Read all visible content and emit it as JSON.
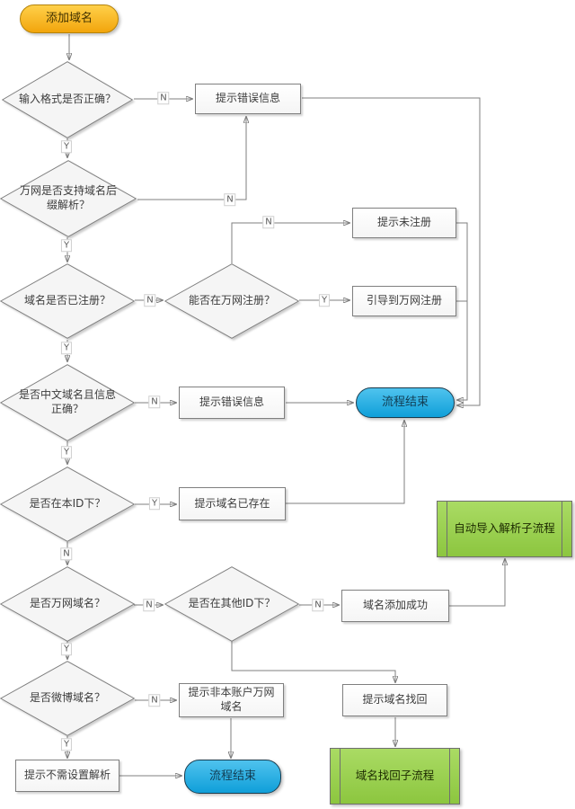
{
  "edge_labels": {
    "yes": "Y",
    "no": "N"
  },
  "colors": {
    "start_fill_top": "#ffd04a",
    "start_fill_bottom": "#f2a50c",
    "start_border": "#b5830a",
    "terminator_fill_top": "#4fc3ee",
    "terminator_fill_bottom": "#0f9fd9",
    "terminator_border": "#1b3c4e",
    "subprocess_fill_top": "#aadb64",
    "subprocess_fill_bottom": "#8cc63f",
    "subprocess_border": "#6f6f6f",
    "shape_fill": "#f5f5f5",
    "shape_border": "#7f7f7f",
    "line": "#7f7f7f",
    "label_text": "#595959",
    "node_text": "#3c3c3c"
  },
  "nodes": {
    "start": {
      "label": "添加域名"
    },
    "d_format": {
      "label": "输入格式是否正确？"
    },
    "p_error1": {
      "label": "提示错误信息"
    },
    "d_suffix": {
      "label": "万网是否支持域名后缀解析？"
    },
    "d_registered": {
      "label": "域名是否已注册？"
    },
    "d_can_register": {
      "label": "能否在万网注册？"
    },
    "p_not_registered": {
      "label": "提示未注册"
    },
    "p_guide_register": {
      "label": "引导到万网注册"
    },
    "d_chinese": {
      "label": "是否中文域名且信息正确？"
    },
    "p_error2": {
      "label": "提示错误信息"
    },
    "t_end1": {
      "label": "流程结束"
    },
    "d_own_id": {
      "label": "是否在本ID下？"
    },
    "p_exists": {
      "label": "提示域名已存在"
    },
    "d_wanwang": {
      "label": "是否万网域名？"
    },
    "d_other_id": {
      "label": "是否在其他ID下？"
    },
    "p_add_success": {
      "label": "域名添加成功"
    },
    "sp_auto_import": {
      "label": "自动导入解析子流程"
    },
    "d_weibo": {
      "label": "是否微博域名？"
    },
    "p_not_account": {
      "label": "提示非本账户万网域名"
    },
    "p_retrieve_prompt": {
      "label": "提示域名找回"
    },
    "p_no_need": {
      "label": "提示不需设置解析"
    },
    "t_end2": {
      "label": "流程结束"
    },
    "sp_retrieve": {
      "label": "域名找回子流程"
    }
  }
}
